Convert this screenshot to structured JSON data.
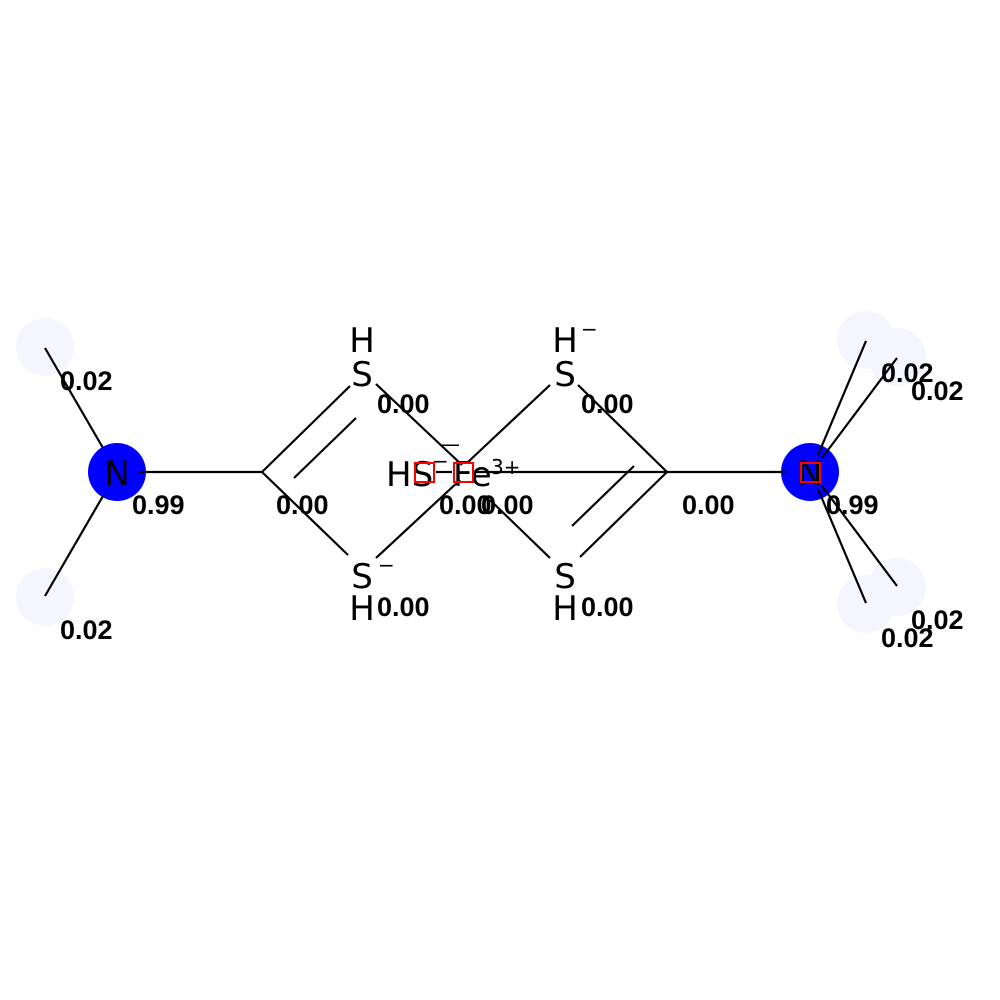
{
  "colors": {
    "background": "#ffffff",
    "bond": "#000000",
    "nitrogen_highlight": "#0000ff",
    "methyl_highlight": "#f5f5ff",
    "marker_box": "#ff0000"
  },
  "atoms": {
    "n_left": "N",
    "n_right": "N",
    "s_top_left": "S",
    "h_top_left": "H",
    "s_bottom_left": "S",
    "h_bottom_left": "H",
    "s_top_right": "S",
    "h_top_right": "H",
    "s_bottom_right": "S",
    "h_bottom_right": "H",
    "hs_center": "HS",
    "fe_center": "Fe"
  },
  "charges": {
    "s_bottom_left": "−",
    "h_top_right": "−",
    "hs_center": "−",
    "fe_center": "3+",
    "hs_overbar": "—"
  },
  "scores": {
    "methyl_top_left": "0.02",
    "methyl_bottom_left": "0.02",
    "n_left": "0.99",
    "c_left": "0.00",
    "s_top_left": "0.00",
    "s_bottom_left": "0.00",
    "center_1": "0.00",
    "center_2": "0.00",
    "s_top_right": "0.00",
    "s_bottom_right": "0.00",
    "c_right": "0.00",
    "n_right": "0.99",
    "methyl_right_1": "0.02",
    "methyl_right_2": "0.02",
    "methyl_right_3": "0.02",
    "methyl_right_4": "0.02"
  }
}
